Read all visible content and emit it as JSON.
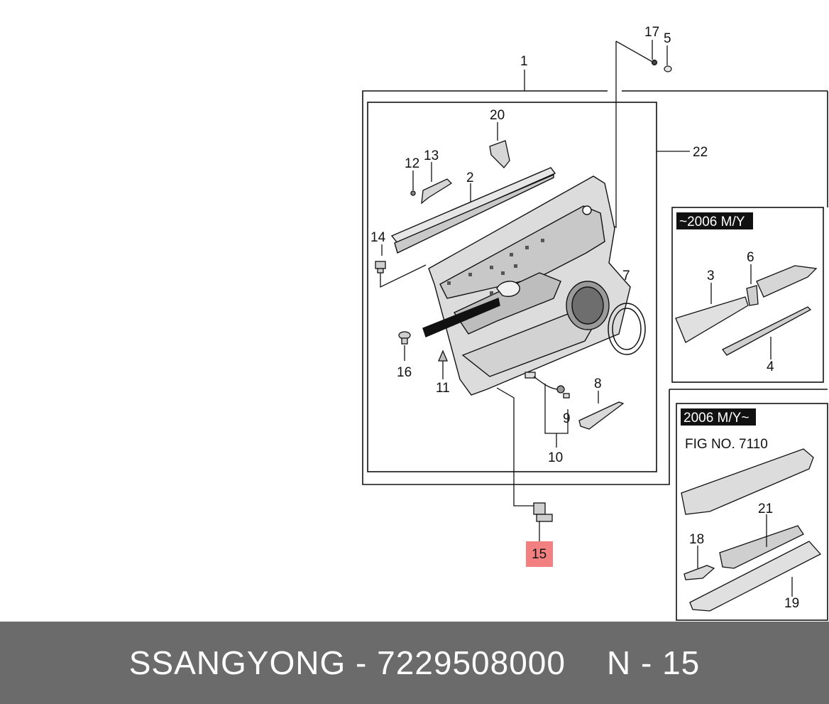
{
  "diagram": {
    "callouts": {
      "c1": "1",
      "c2": "2",
      "c3": "3",
      "c4": "4",
      "c5": "5",
      "c6": "6",
      "c7": "7",
      "c8": "8",
      "c9": "9",
      "c10": "10",
      "c11": "11",
      "c12": "12",
      "c13": "13",
      "c14": "14",
      "c15": "15",
      "c16": "16",
      "c17": "17",
      "c18": "18",
      "c19": "19",
      "c20": "20",
      "c21": "21",
      "c22": "22"
    },
    "inset_top_label": "~2006 M/Y",
    "inset_bottom_label": "2006 M/Y~",
    "fig_reference": "FIG NO. 7110",
    "highlight_color": "#f28080"
  },
  "footer": {
    "part_text": "SSANGYONG - 7229508000",
    "position_text": "N - 15"
  }
}
